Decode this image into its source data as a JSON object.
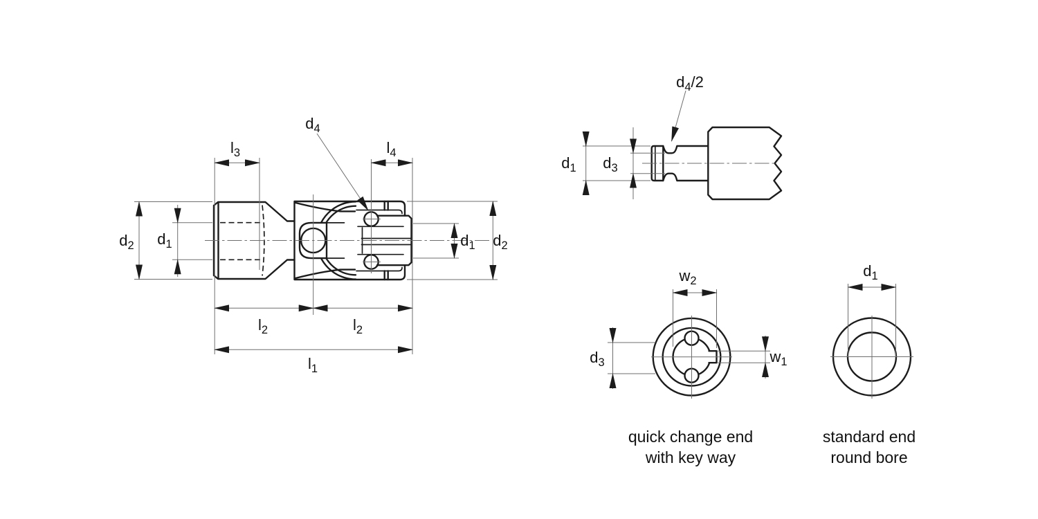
{
  "colors": {
    "outline": "#1c1c1c",
    "thin_lines": "#6e6e6e",
    "text": "#111111",
    "background": "#ffffff"
  },
  "main_view": {
    "labels": {
      "d2_left": {
        "base": "d",
        "sub": "2"
      },
      "d1_left": {
        "base": "d",
        "sub": "1"
      },
      "l3": {
        "base": "l",
        "sub": "3"
      },
      "d4": {
        "base": "d",
        "sub": "4"
      },
      "l4": {
        "base": "l",
        "sub": "4"
      },
      "d1_right": {
        "base": "d",
        "sub": "1"
      },
      "d2_right": {
        "base": "d",
        "sub": "2"
      },
      "l2_left": {
        "base": "l",
        "sub": "2"
      },
      "l2_right": {
        "base": "l",
        "sub": "2"
      },
      "l1": {
        "base": "l",
        "sub": "1"
      }
    }
  },
  "detail_view": {
    "labels": {
      "d4_half": {
        "base": "d",
        "sub": "4",
        "suffix": "/2"
      },
      "d1": {
        "base": "d",
        "sub": "1"
      },
      "d3": {
        "base": "d",
        "sub": "3"
      }
    }
  },
  "quick_change_view": {
    "labels": {
      "w2": {
        "base": "w",
        "sub": "2"
      },
      "d3": {
        "base": "d",
        "sub": "3"
      },
      "w1": {
        "base": "w",
        "sub": "1"
      }
    },
    "caption_line1": "quick change end",
    "caption_line2": "with key way"
  },
  "standard_view": {
    "labels": {
      "d1": {
        "base": "d",
        "sub": "1"
      }
    },
    "caption_line1": "standard end",
    "caption_line2": "round bore"
  }
}
